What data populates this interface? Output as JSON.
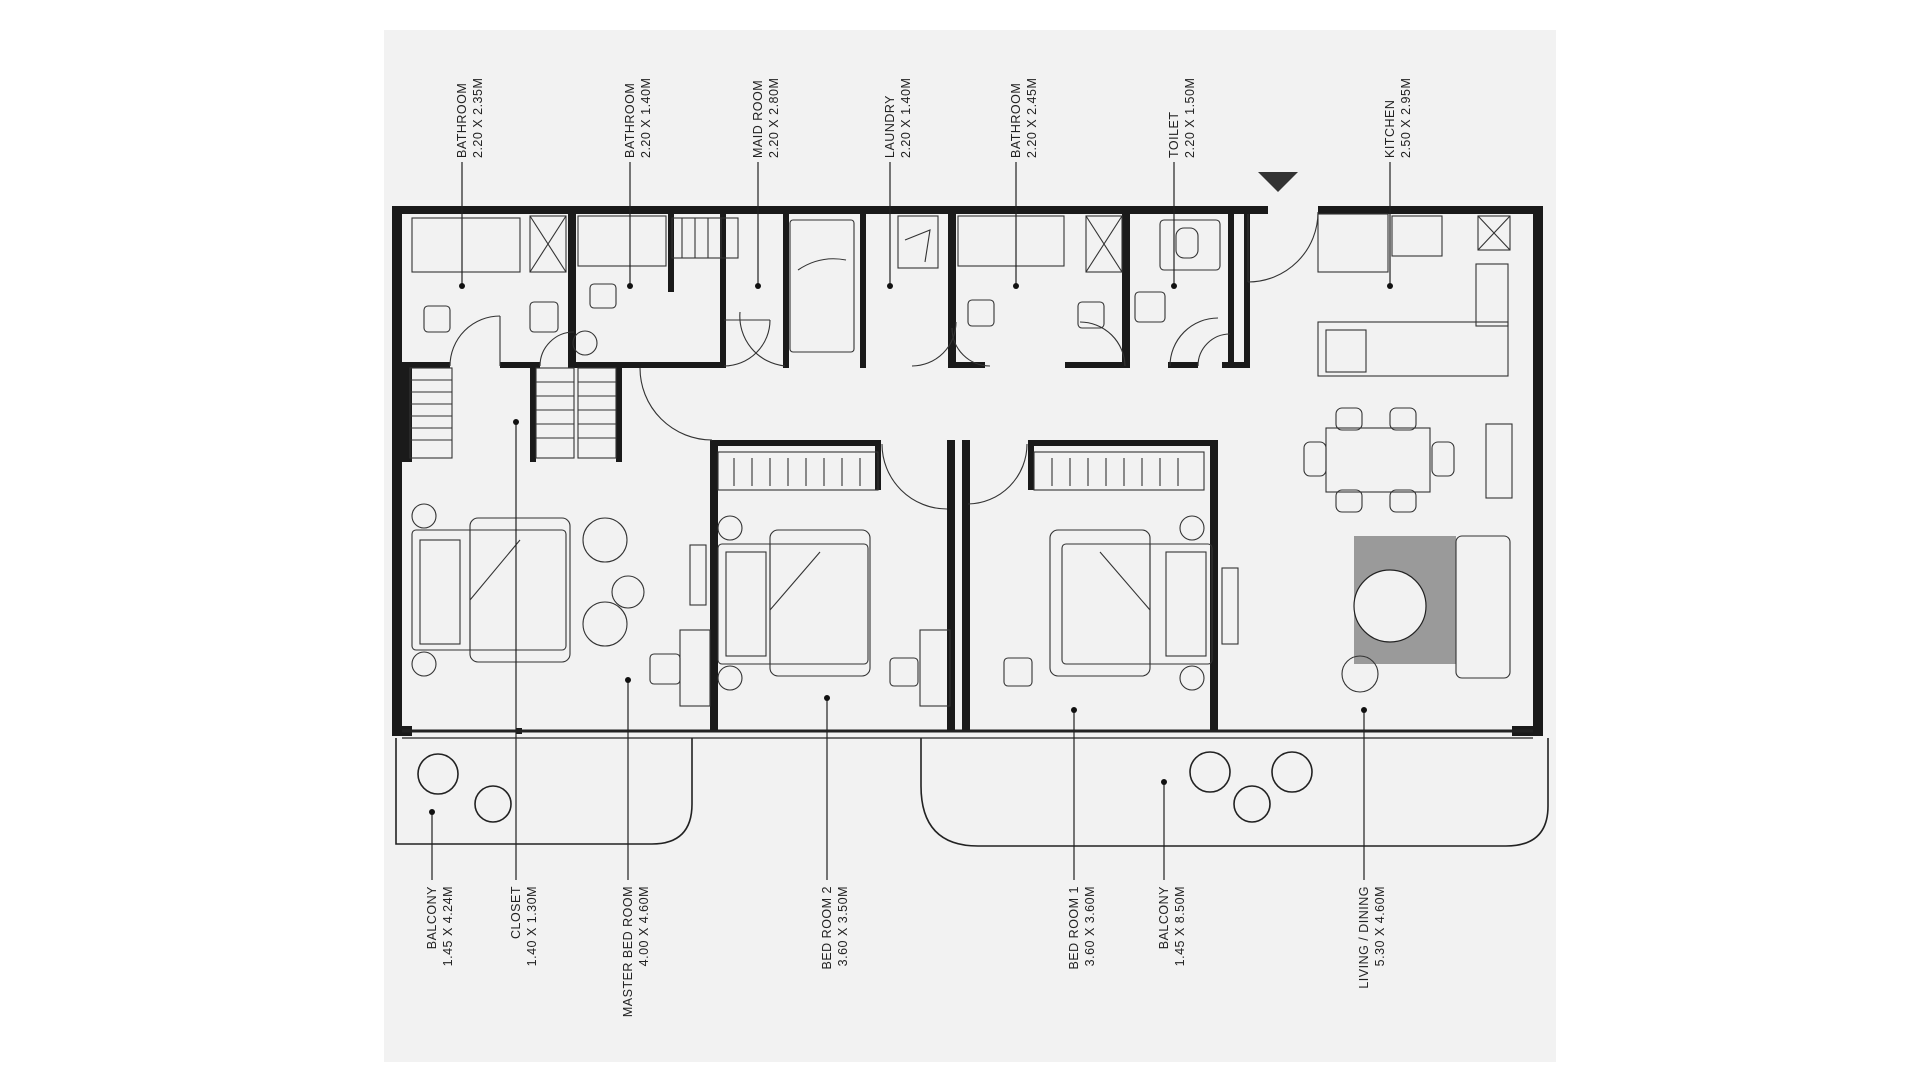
{
  "colors": {
    "background": "#ffffff",
    "paper": "#f2f2f2",
    "wall": "#1a1a1a",
    "line": "#222222",
    "rug": "#9a9a9a"
  },
  "rooms_top": [
    {
      "name": "BATHROOM",
      "dims": "2.20 X 2.35M"
    },
    {
      "name": "BATHROOM",
      "dims": "2.20 X 1.40M"
    },
    {
      "name": "MAID ROOM",
      "dims": "2.20 X 2.80M"
    },
    {
      "name": "LAUNDRY",
      "dims": "2.20 X 1.40M"
    },
    {
      "name": "BATHROOM",
      "dims": "2.20 X 2.45M"
    },
    {
      "name": "TOILET",
      "dims": "2.20 X 1.50M"
    },
    {
      "name": "KITCHEN",
      "dims": "2.50 X 2.95M"
    }
  ],
  "rooms_bottom": [
    {
      "name": "BALCONY",
      "dims": "1.45 X 4.24M"
    },
    {
      "name": "CLOSET",
      "dims": "1.40 X 1.30M"
    },
    {
      "name": "MASTER BED ROOM",
      "dims": "4.00 X 4.60M"
    },
    {
      "name": "BED ROOM 2",
      "dims": "3.60 X 3.50M"
    },
    {
      "name": "BED ROOM 1",
      "dims": "3.60 X 3.60M"
    },
    {
      "name": "BALCONY",
      "dims": "1.45 X 8.50M"
    },
    {
      "name": "LIVING / DINING",
      "dims": "5.30 X 4.60M"
    }
  ],
  "entrance_marker": "entrance-triangle-icon"
}
